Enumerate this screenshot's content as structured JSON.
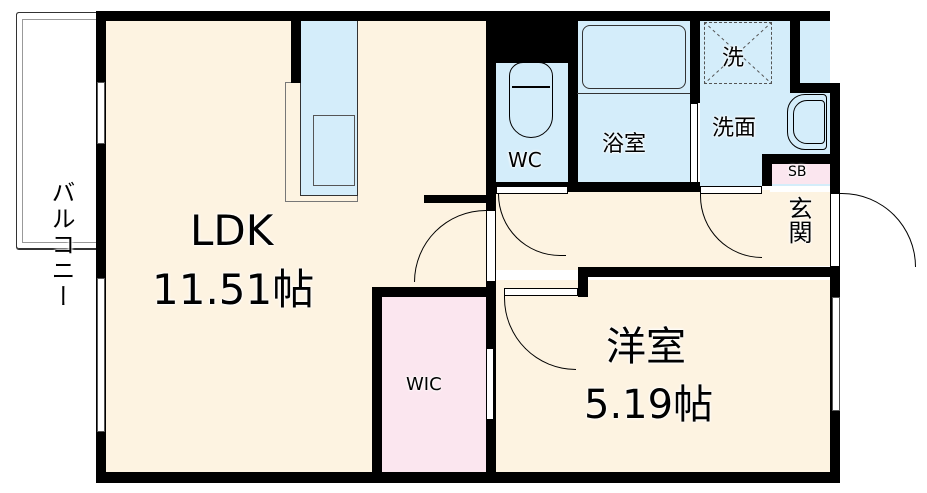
{
  "floorplan": {
    "balcony": {
      "label": "バルコニー"
    },
    "ldk": {
      "label": "LDK",
      "size": "11.51帖"
    },
    "wc": {
      "label": "WC"
    },
    "bath": {
      "label": "浴室"
    },
    "washer": {
      "label": "洗"
    },
    "washroom": {
      "label": "洗面"
    },
    "shoebox": {
      "label": "SB"
    },
    "entrance": {
      "label": "玄関"
    },
    "wic": {
      "label": "WIC"
    },
    "western_room": {
      "label": "洋室",
      "size": "5.19帖"
    },
    "colors": {
      "floor": "#fdf3e1",
      "wet_area": "#d4edfa",
      "storage": "#fbe6ef",
      "wall": "#000000"
    }
  }
}
